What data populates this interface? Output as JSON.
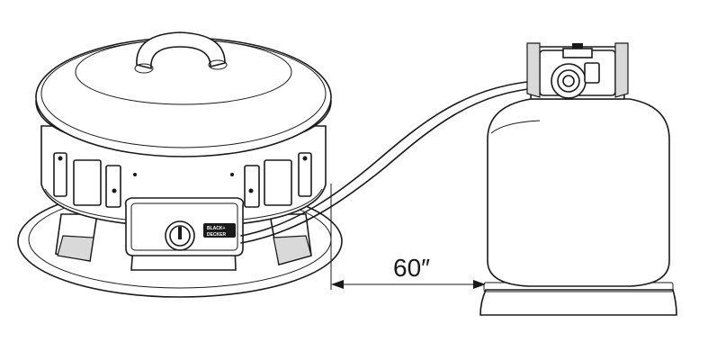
{
  "dimension": {
    "label": "60″"
  },
  "brand_logo": {
    "line1": "BLACK+",
    "line2": "DECKER"
  }
}
